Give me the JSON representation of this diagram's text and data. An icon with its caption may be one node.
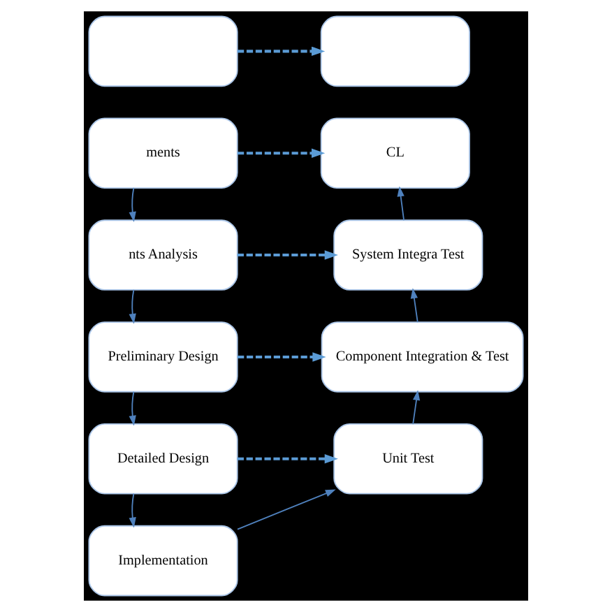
{
  "diagram": {
    "nodes": [
      {
        "text": [],
        "shape": "box"
      },
      {
        "text": [
          "ments"
        ]
      },
      {
        "text": [
          "nts Analysis"
        ]
      },
      {
        "text": [
          "Preliminary Design"
        ]
      },
      {
        "text": [
          "Detailed Design"
        ]
      },
      {
        "text": [
          "Implementation"
        ]
      },
      {
        "text": [
          "Unit Test"
        ]
      },
      {
        "text": [
          "Component Integration & Test"
        ]
      },
      {
        "text": [
          "System Integra Test"
        ]
      },
      {
        "text": [
          "CL"
        ]
      },
      {
        "text": [],
        "shape": "box"
      }
    ],
    "edges": [
      {
        "from": 1,
        "to": 2,
        "arrow": "to"
      },
      {
        "from": 2,
        "to": 3,
        "arrow": "to"
      },
      {
        "from": 3,
        "to": 4,
        "arrow": "to"
      },
      {
        "from": 4,
        "to": 5,
        "arrow": "to"
      },
      {
        "from": 5,
        "to": 6,
        "arrow": "to"
      },
      {
        "from": 6,
        "to": 7,
        "arrow": "to"
      },
      {
        "from": 7,
        "to": 8,
        "arrow": "to"
      },
      {
        "from": 8,
        "to": 9,
        "arrow": "to"
      },
      {
        "from": 0,
        "to": 10,
        "arrow": "to",
        "style": "dashed",
        "color": "#5b9bd5"
      },
      {
        "from": 1,
        "to": 9,
        "arrow": "to",
        "style": "dashed",
        "color": "#5b9bd5"
      },
      {
        "from": 2,
        "to": 8,
        "arrow": "to",
        "style": "dashed",
        "color": "#5b9bd5"
      },
      {
        "from": 3,
        "to": 7,
        "arrow": "to",
        "style": "dashed",
        "color": "#5b9bd5"
      },
      {
        "from": 4,
        "to": 6,
        "arrow": "to",
        "style": "dashed",
        "color": "#5b9bd5"
      }
    ]
  }
}
